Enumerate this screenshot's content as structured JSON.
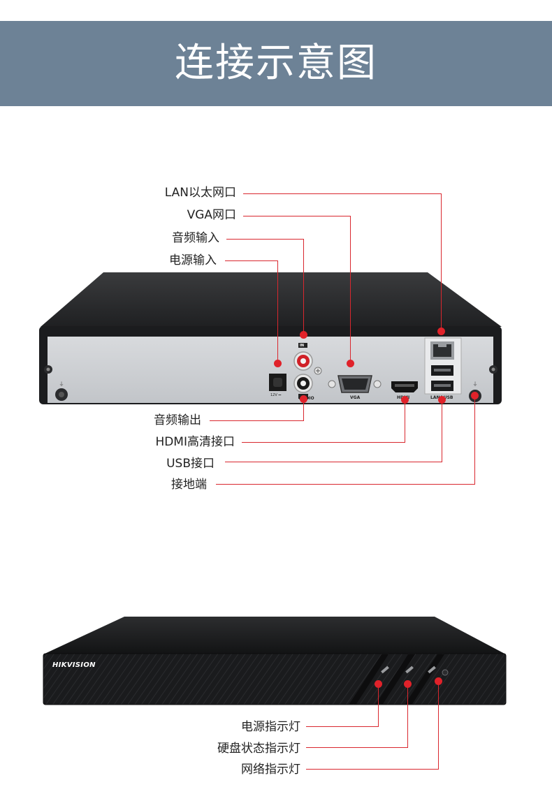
{
  "header": {
    "title": "连接示意图"
  },
  "rear_panel": {
    "labels": {
      "lan": "LAN以太网口",
      "vga": "VGA网口",
      "audio_in": "音频输入",
      "power_in": "电源输入",
      "audio_out": "音频输出",
      "hdmi": "HDMI高清接口",
      "usb": "USB接口",
      "ground": "接地端"
    },
    "port_marks": {
      "in": "IN",
      "voltage": "12V ⎓",
      "audio": "AUDIO",
      "vga": "VGA",
      "hdmi": "HDMI",
      "lan_usb": "LAN&USB"
    }
  },
  "front_panel": {
    "brand": "HIKVISION",
    "labels": {
      "power_led": "电源指示灯",
      "hdd_led": "硬盘状态指示灯",
      "network_led": "网络指示灯"
    }
  },
  "colors": {
    "banner": "#6d8296",
    "accent": "#d9272e"
  }
}
